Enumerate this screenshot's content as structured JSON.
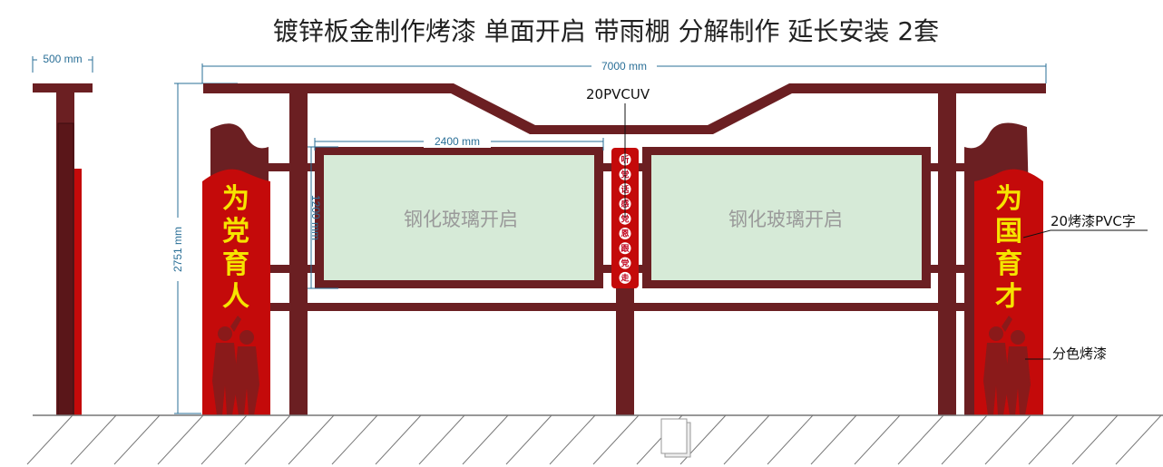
{
  "title": "镀锌板金制作烤漆 单面开启  带雨棚  分解制作  延长安装 2套",
  "dimensions": {
    "side_width": "500 mm",
    "total_width": "7000 mm",
    "height": "2751 mm",
    "panel_width": "2400 mm",
    "panel_height": "1200 mm"
  },
  "labels": {
    "pvc_uv": "20PVCUV",
    "pvc_text": "20烤漆PVC字",
    "split_paint": "分色烤漆"
  },
  "panels": {
    "left": "钢化玻璃开启",
    "right": "钢化玻璃开启"
  },
  "pillars": {
    "left_slogan": [
      "为",
      "党",
      "育",
      "人"
    ],
    "right_slogan": [
      "为",
      "国",
      "育",
      "才"
    ]
  },
  "center_column": [
    "听",
    "党",
    "话",
    "感",
    "党",
    "恩",
    "跟",
    "党",
    "走"
  ],
  "colors": {
    "frame": "#6b1f22",
    "pillar_red": "#c40a0a",
    "glass": "#d6ead7",
    "slogan_yellow": "#f6e400",
    "dimension_blue": "#2a6f97"
  }
}
